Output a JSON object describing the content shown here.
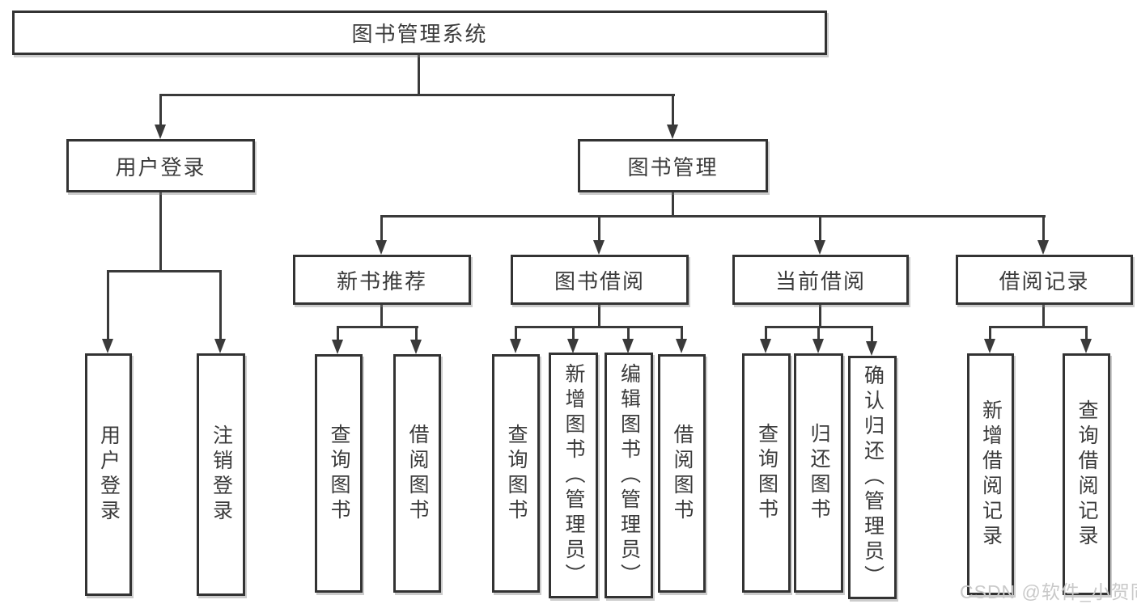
{
  "tree": {
    "root": "图书管理系统",
    "branches": [
      {
        "label": "用户登录",
        "children": [
          {
            "label": "用户登录"
          },
          {
            "label": "注销登录"
          }
        ]
      },
      {
        "label": "图书管理",
        "children": [
          {
            "label": "新书推荐",
            "children": [
              {
                "label": "查询图书"
              },
              {
                "label": "借阅图书"
              }
            ]
          },
          {
            "label": "图书借阅",
            "children": [
              {
                "label": "查询图书"
              },
              {
                "label": "新增图书（管理员）"
              },
              {
                "label": "编辑图书（管理员）"
              },
              {
                "label": "借阅图书"
              }
            ]
          },
          {
            "label": "当前借阅",
            "children": [
              {
                "label": "查询图书"
              },
              {
                "label": "归还图书"
              },
              {
                "label": "确认归还（管理员）"
              }
            ]
          },
          {
            "label": "借阅记录",
            "children": [
              {
                "label": "新增借阅记录"
              },
              {
                "label": "查询借阅记录"
              }
            ]
          }
        ]
      }
    ]
  },
  "watermark": "CSDN @软件_小贺同学",
  "colors": {
    "line": "#3a3a3a",
    "box_border": "#333333",
    "text": "#3b3b3b",
    "watermark": "#c9c9c9",
    "background": "#ffffff"
  }
}
